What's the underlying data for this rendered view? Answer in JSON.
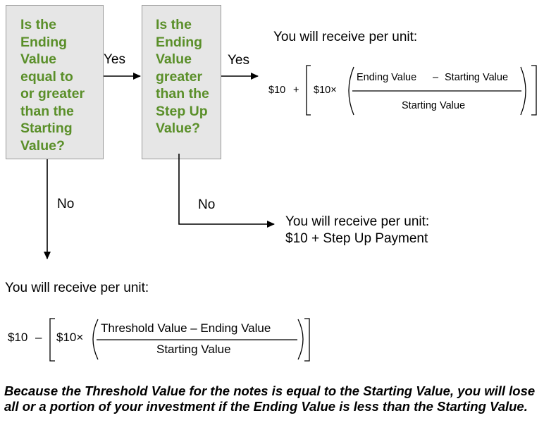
{
  "question1": [
    "Is the",
    "Ending",
    "Value",
    "equal to",
    "or greater",
    "than the",
    "Starting",
    "Value?"
  ],
  "question2": [
    "Is the",
    "Ending",
    "Value",
    "greater",
    "than the",
    "Step Up",
    "Value?"
  ],
  "yes_label": "Yes",
  "no_label": "No",
  "outcome_top": {
    "heading": "You will receive per unit:",
    "ten": "$10",
    "plus": "+",
    "ten_times": "$10×",
    "numerator_a": "Ending Value",
    "minus": "–",
    "numerator_b": "Starting Value",
    "denominator": "Starting Value"
  },
  "outcome_middle": {
    "heading": "You will receive per unit:",
    "body": "$10 + Step Up Payment"
  },
  "outcome_bottom": {
    "heading": "You will receive per unit:",
    "ten": "$10",
    "minus": "–",
    "ten_times": "$10×",
    "numerator": "Threshold Value – Ending Value",
    "denominator": "Starting Value"
  },
  "footnote": "Because the Threshold Value for the notes is equal to the Starting Value, you will lose all or a portion of your investment if the Ending Value is less than the Starting Value.",
  "colors": {
    "question_text": "#5a8f29",
    "box_fill": "#e6e6e6",
    "box_border": "#9a9a9a"
  }
}
